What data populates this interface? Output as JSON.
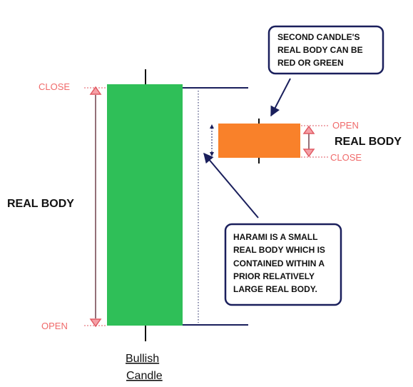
{
  "first_candle": {
    "close_label": "CLOSE",
    "open_label": "OPEN",
    "body_label": "REAL BODY",
    "caption_line1": "Bullish",
    "caption_line2": "Candle",
    "body_color": "#2fbf58"
  },
  "second_candle": {
    "open_label": "OPEN",
    "close_label": "CLOSE",
    "body_label": "REAL BODY",
    "body_color": "#f9812a"
  },
  "callout_top": {
    "lines": [
      "SECOND CANDLE'S",
      "REAL BODY CAN BE",
      "RED OR GREEN"
    ]
  },
  "callout_bottom": {
    "lines": [
      "HARAMI IS A SMALL",
      "REAL BODY WHICH IS",
      "CONTAINED WITHIN A",
      "PRIOR RELATIVELY",
      "LARGE REAL BODY."
    ]
  },
  "colors": {
    "navy": "#1a1f5c",
    "arrow_red": "#e05a63",
    "label_red": "#f06a6a"
  }
}
